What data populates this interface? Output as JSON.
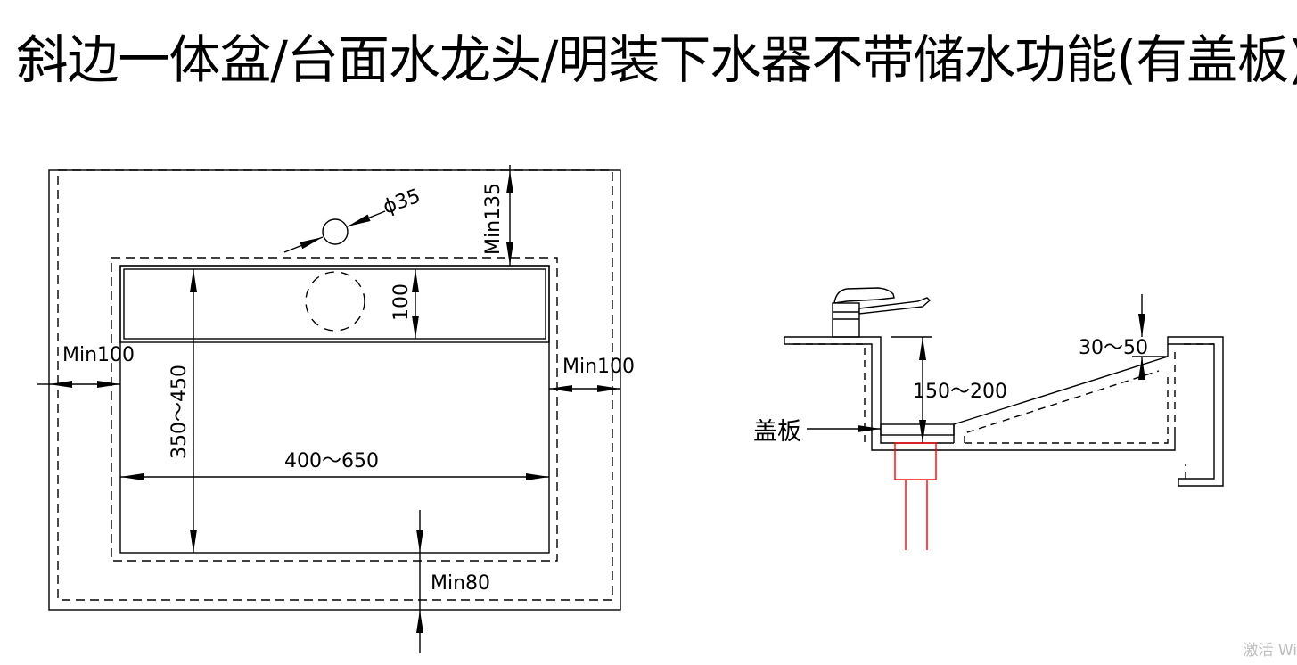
{
  "page": {
    "title": "斜边一体盆/台面水龙头/明装下水器不带储水功能(有盖板)",
    "watermark": "激活 Wi"
  },
  "plan_view": {
    "dim_hole": "ϕ35",
    "dim_top_clearance": "Min135",
    "dim_overflow_height": "100",
    "dim_left_clearance": "Min100",
    "dim_right_clearance": "Min100",
    "dim_depth": "350～450",
    "dim_width": "400～650",
    "dim_front_clearance": "Min80"
  },
  "section_view": {
    "dim_slope": "30～50",
    "dim_height": "150～200",
    "label_cover": "盖板"
  },
  "colors": {
    "line": "#000000",
    "drain": "#ff0000"
  }
}
